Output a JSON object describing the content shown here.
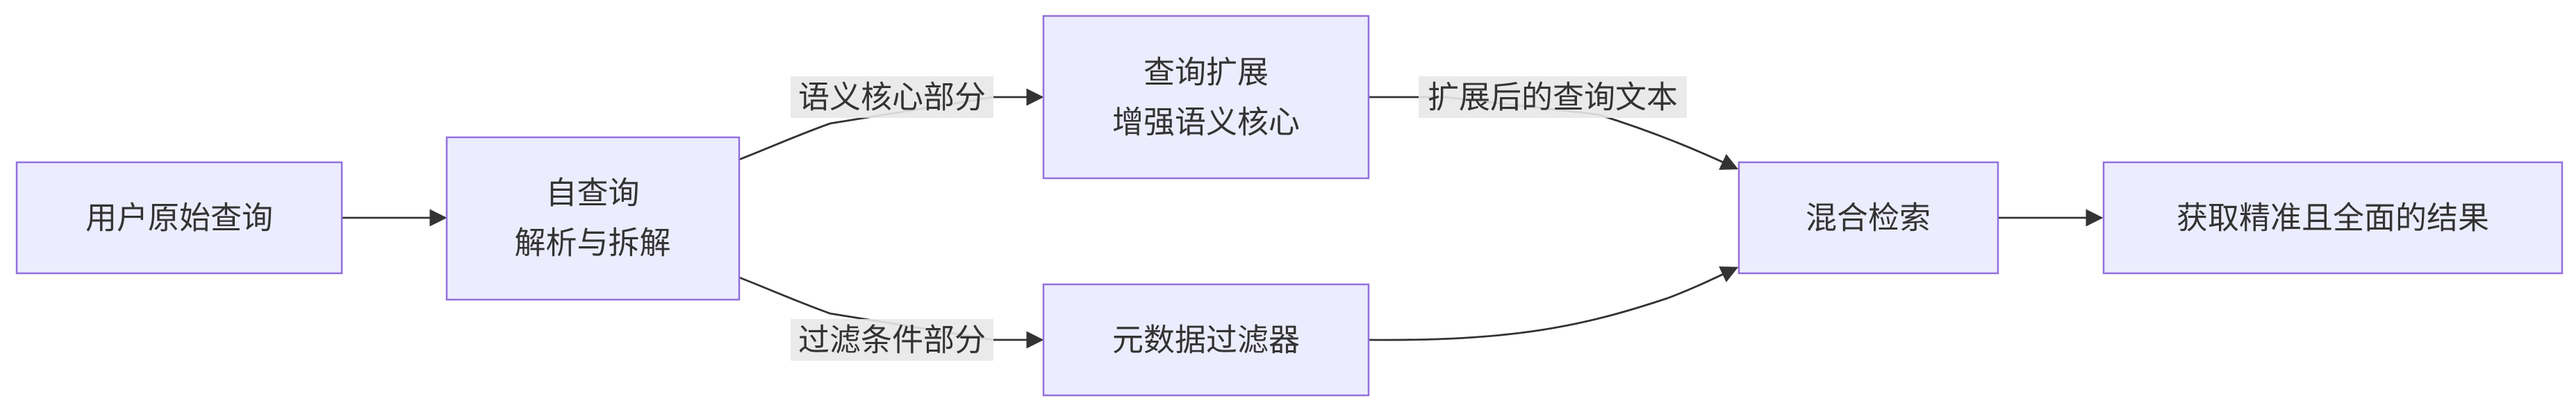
{
  "diagram": {
    "nodes": {
      "user_query": {
        "lines": [
          "用户原始查询"
        ]
      },
      "self_query": {
        "lines": [
          "自查询",
          "解析与拆解"
        ]
      },
      "query_expand": {
        "lines": [
          "查询扩展",
          "增强语义核心"
        ]
      },
      "metadata_filter": {
        "lines": [
          "元数据过滤器"
        ]
      },
      "hybrid_search": {
        "lines": [
          "混合检索"
        ]
      },
      "result": {
        "lines": [
          "获取精准且全面的结果"
        ]
      }
    },
    "edges": {
      "semantic_core": "语义核心部分",
      "filter_condition": "过滤条件部分",
      "expanded_text": "扩展后的查询文本"
    },
    "colors": {
      "node_fill": "#ececff",
      "node_stroke": "#9370db",
      "edge": "#333333",
      "label_bg": "#e8e8e8"
    }
  }
}
